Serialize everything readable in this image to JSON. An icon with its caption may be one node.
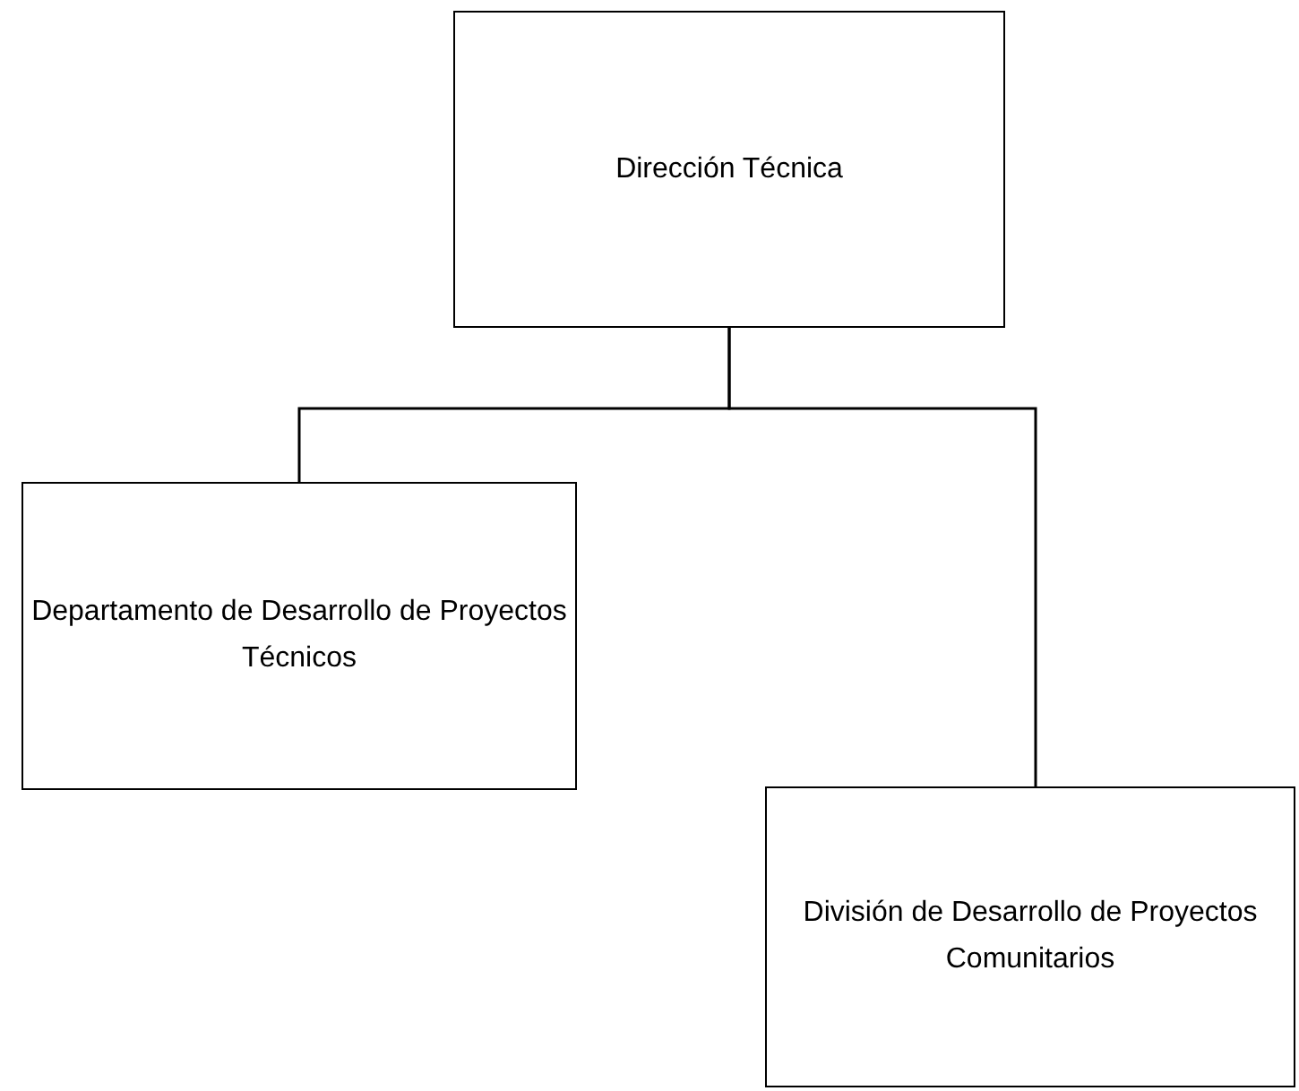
{
  "diagram": {
    "nodes": [
      {
        "text": [
          "Dirección Técnica"
        ]
      },
      {
        "text": [
          "Departamento de Desarrollo de Proyectos Técnicos"
        ]
      },
      {
        "text": [
          "División de Desarrollo de Proyectos Comunitarios"
        ]
      }
    ],
    "edges": [
      {
        "from": 0,
        "to": 1,
        "arrow": "none"
      },
      {
        "from": 0,
        "to": 2,
        "arrow": "none"
      }
    ]
  }
}
